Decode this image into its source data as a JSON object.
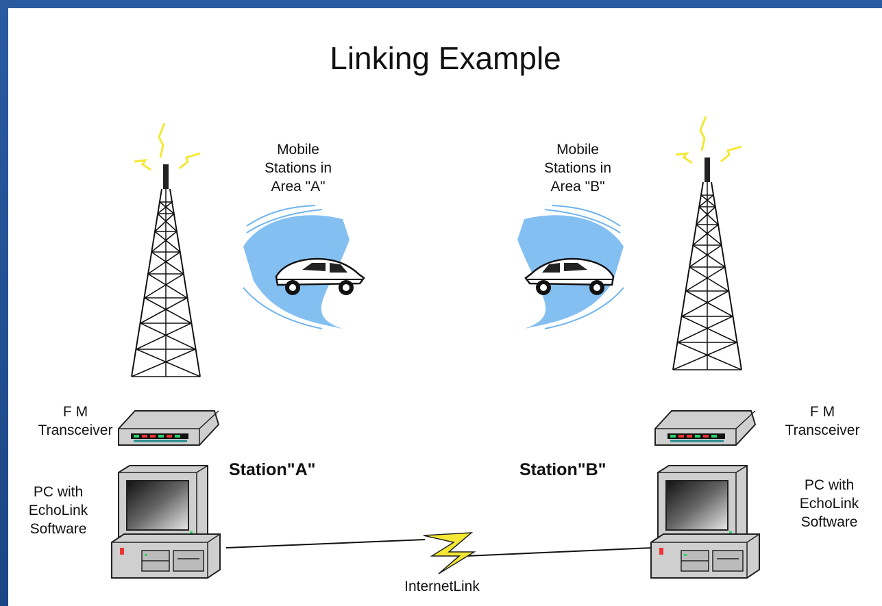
{
  "title": "Linking Example",
  "labels": {
    "mobile_a": [
      "Mobile",
      "Stations in",
      "Area \"A\""
    ],
    "mobile_b": [
      "Mobile",
      "Stations in",
      "Area \"B\""
    ],
    "fm_a": [
      "F M",
      "Transceiver"
    ],
    "fm_b": [
      "F M",
      "Transceiver"
    ],
    "pc_a": [
      "PC with",
      "EchoLink",
      "Software"
    ],
    "pc_b": [
      "PC with",
      "EchoLink",
      "Software"
    ],
    "station_a": "Station\"A\"",
    "station_b": "Station\"B\"",
    "internet_link": "InternetLink"
  },
  "colors": {
    "frame": "#1f4f8f",
    "signal": "#f4e834",
    "waves": "#6fb4f0",
    "device": "#c8c8c8"
  },
  "icons": [
    "tower-icon",
    "car-icon",
    "transceiver-icon",
    "computer-icon",
    "lightning-link-icon"
  ]
}
